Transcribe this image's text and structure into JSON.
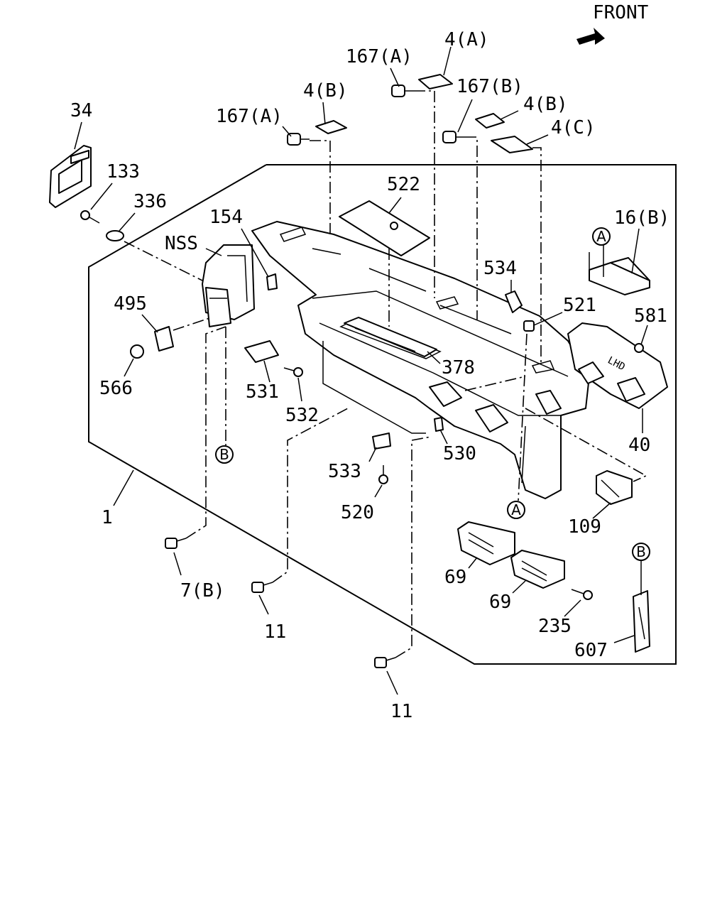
{
  "orientation": {
    "label": "FRONT",
    "icon": "arrow-icon"
  },
  "callouts": [
    {
      "id": "34",
      "text": "34"
    },
    {
      "id": "133",
      "text": "133"
    },
    {
      "id": "336",
      "text": "336"
    },
    {
      "id": "154",
      "text": "154"
    },
    {
      "id": "nss",
      "text": "NSS"
    },
    {
      "id": "495",
      "text": "495"
    },
    {
      "id": "566",
      "text": "566"
    },
    {
      "id": "531",
      "text": "531"
    },
    {
      "id": "532",
      "text": "532"
    },
    {
      "id": "1",
      "text": "1"
    },
    {
      "id": "7b",
      "text": "7(B)"
    },
    {
      "id": "11a",
      "text": "11"
    },
    {
      "id": "11b",
      "text": "11"
    },
    {
      "id": "167a-left",
      "text": "167(A)"
    },
    {
      "id": "167a-top",
      "text": "167(A)"
    },
    {
      "id": "4b-left",
      "text": "4(B)"
    },
    {
      "id": "4a",
      "text": "4(A)"
    },
    {
      "id": "167b",
      "text": "167(B)"
    },
    {
      "id": "4b-right",
      "text": "4(B)"
    },
    {
      "id": "4c",
      "text": "4(C)"
    },
    {
      "id": "522",
      "text": "522"
    },
    {
      "id": "16b",
      "text": "16(B)"
    },
    {
      "id": "534",
      "text": "534"
    },
    {
      "id": "521",
      "text": "521"
    },
    {
      "id": "581",
      "text": "581"
    },
    {
      "id": "378",
      "text": "378"
    },
    {
      "id": "40",
      "text": "40"
    },
    {
      "id": "530",
      "text": "530"
    },
    {
      "id": "533",
      "text": "533"
    },
    {
      "id": "520",
      "text": "520"
    },
    {
      "id": "109",
      "text": "109"
    },
    {
      "id": "69a",
      "text": "69"
    },
    {
      "id": "69b",
      "text": "69"
    },
    {
      "id": "235",
      "text": "235"
    },
    {
      "id": "607",
      "text": "607"
    }
  ],
  "ref_markers": [
    {
      "id": "a-top",
      "text": "A"
    },
    {
      "id": "a-bottom",
      "text": "A"
    },
    {
      "id": "b-left",
      "text": "B"
    },
    {
      "id": "b-right",
      "text": "B"
    }
  ],
  "embossed": {
    "lhd": "LHD"
  }
}
